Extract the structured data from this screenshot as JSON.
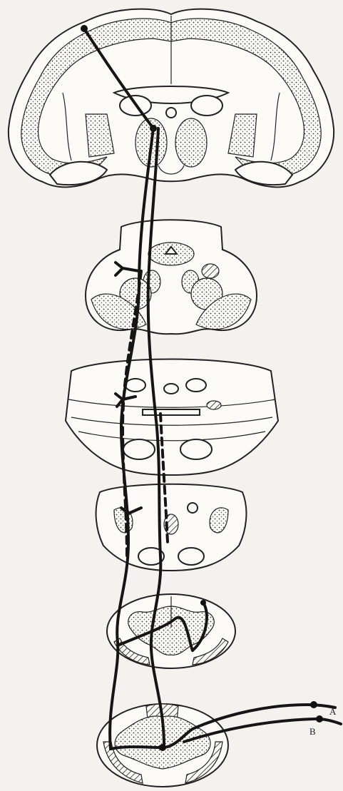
{
  "figure": {
    "labels": {
      "a": "A",
      "b": "B"
    },
    "structures": [
      "cerebral-cortex-section",
      "midbrain-section",
      "pons-section",
      "medulla-section",
      "upper-spinal-cord-section",
      "lower-spinal-cord-section"
    ]
  }
}
